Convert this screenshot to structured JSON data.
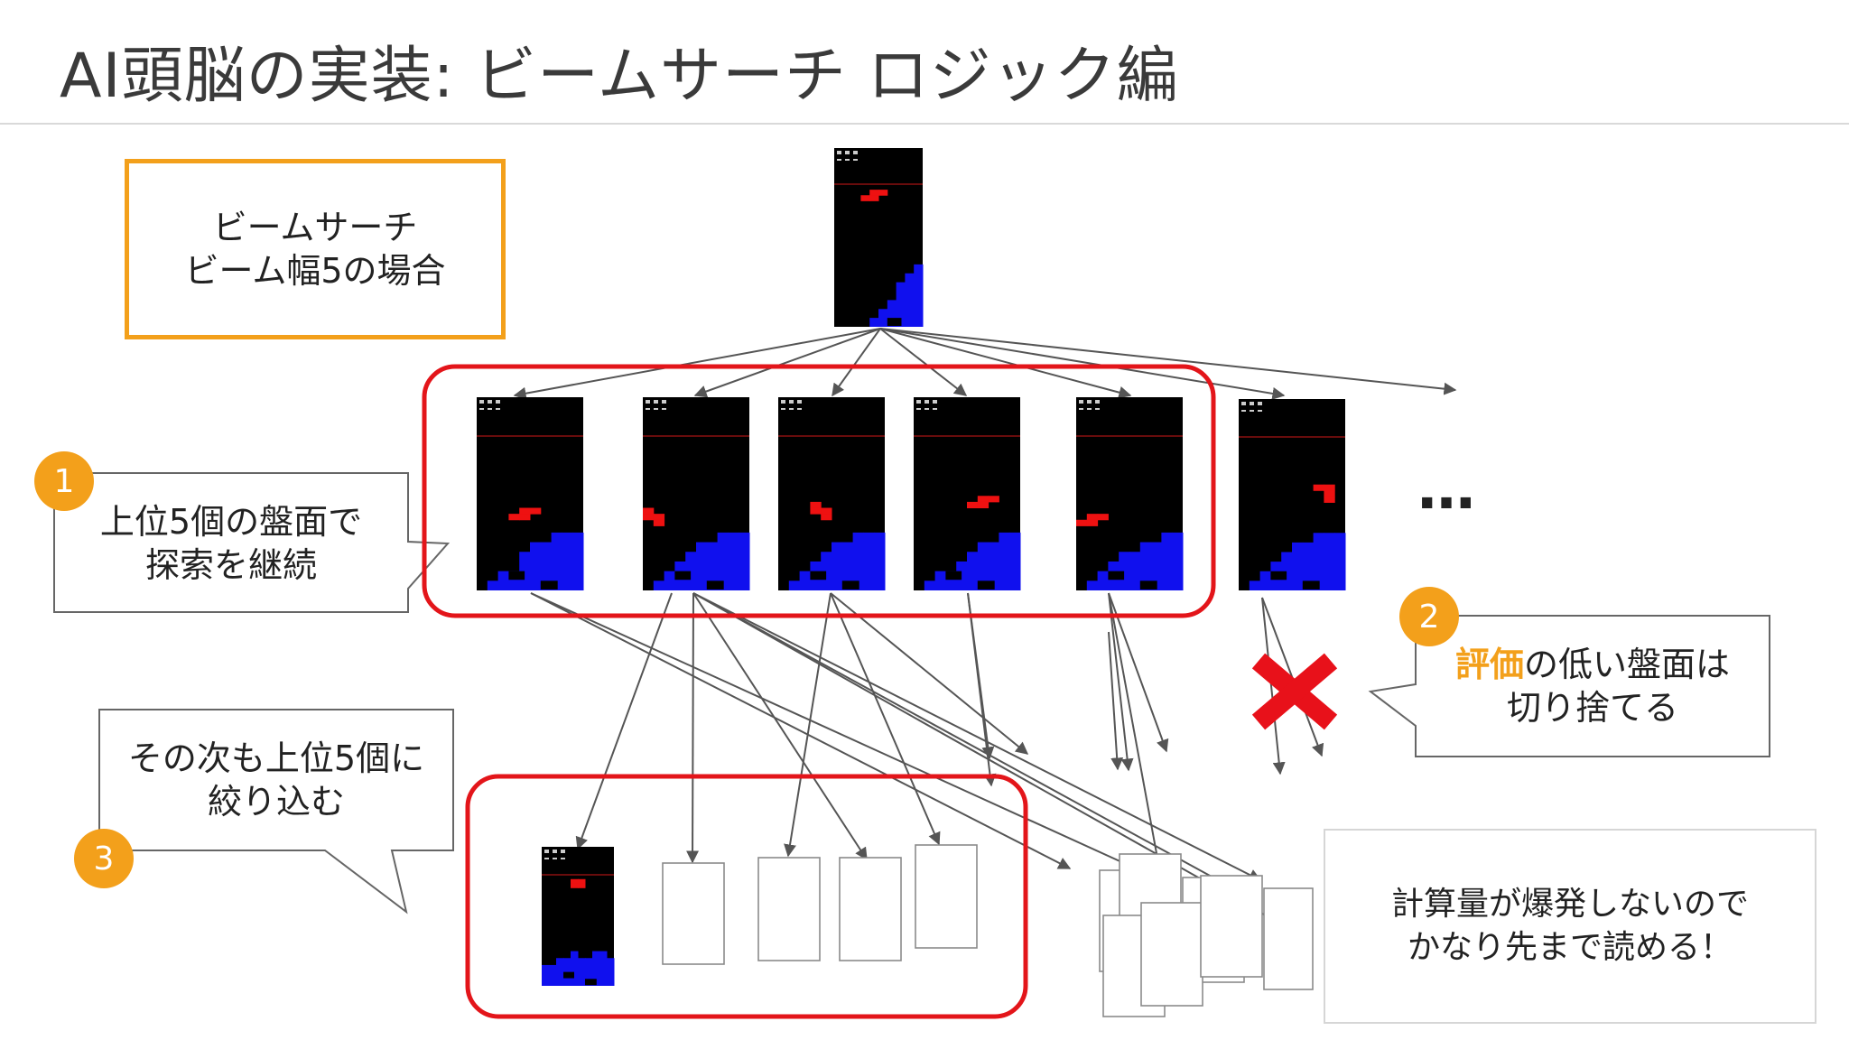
{
  "title": "AI頭脳の実装: ビームサーチ ロジック編",
  "legend_box": {
    "line1": "ビームサーチ",
    "line2": "ビーム幅5の場合"
  },
  "callout1": {
    "badge": "1",
    "line1": "上位5個の盤面で",
    "line2": "探索を継続"
  },
  "callout2": {
    "badge": "2",
    "highlight": "評価",
    "rest": "の低い盤面は",
    "line2": "切り捨てる"
  },
  "callout3": {
    "badge": "3",
    "line1": "その次も上位5個に",
    "line2": "絞り込む"
  },
  "note": {
    "line1": "計算量が爆発しないので",
    "line2": "かなり先まで読める！"
  },
  "ellipsis": "…",
  "colors": {
    "accent": "#f3a01b",
    "beam": "#e3151a",
    "block": "#1010ee",
    "piece": "#ee1111",
    "board": "#000000"
  }
}
